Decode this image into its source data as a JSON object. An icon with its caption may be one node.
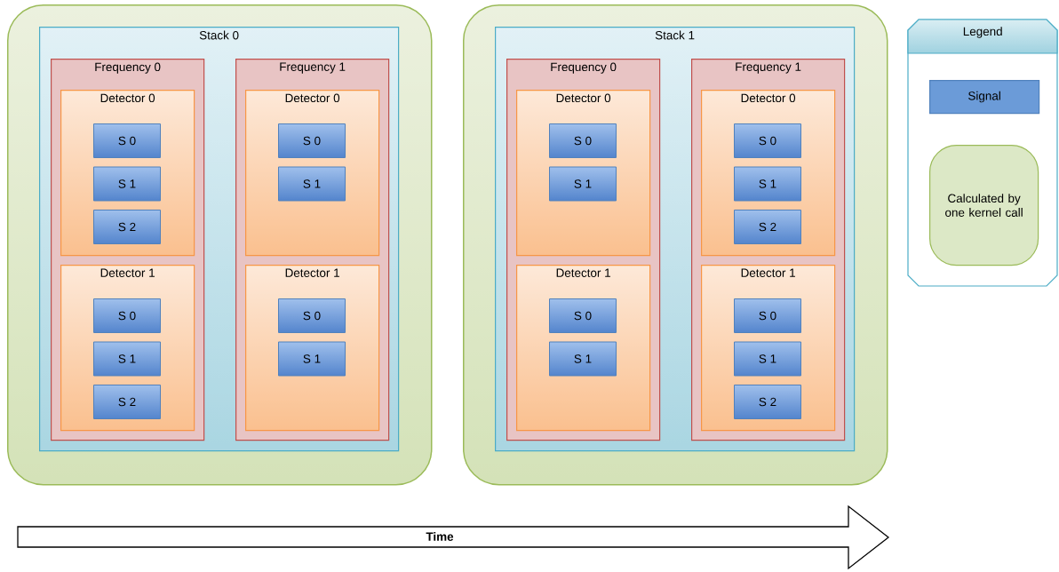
{
  "diagram": {
    "nodes": [
      {
        "text": [],
        "shape": "box"
      },
      {
        "text": [
          "Stack 0"
        ],
        "in": 0
      },
      {
        "text": [
          "Frequency 0"
        ],
        "in": 1
      },
      {
        "text": [
          "Detector 0"
        ],
        "in": 2
      },
      {
        "text": [
          "S 0"
        ],
        "in": 3
      },
      {
        "text": [
          "S 1"
        ],
        "in": 3
      },
      {
        "text": [
          "S 2"
        ],
        "in": 3
      },
      {
        "text": [
          "Detector 1"
        ],
        "in": 2
      },
      {
        "text": [
          "S 0"
        ],
        "in": 7
      },
      {
        "text": [
          "S 1"
        ],
        "in": 7
      },
      {
        "text": [
          "S 2"
        ],
        "in": 7
      },
      {
        "text": [
          "Frequency 1"
        ],
        "in": 1
      },
      {
        "text": [
          "Detector 0"
        ],
        "in": 11
      },
      {
        "text": [
          "S 0"
        ],
        "in": 12
      },
      {
        "text": [
          "S 1"
        ],
        "in": 12
      },
      {
        "text": [
          "Detector 1"
        ],
        "in": 11
      },
      {
        "text": [
          "S 0"
        ],
        "in": 15
      },
      {
        "text": [
          "S 1"
        ],
        "in": 15
      },
      {
        "text": [],
        "shape": "box"
      },
      {
        "text": [
          "Stack 1"
        ],
        "in": 18
      },
      {
        "text": [
          "Frequency 0"
        ],
        "in": 19
      },
      {
        "text": [
          "Detector 0"
        ],
        "in": 20
      },
      {
        "text": [
          "S 0"
        ],
        "in": 21
      },
      {
        "text": [
          "S 1"
        ],
        "in": 21
      },
      {
        "text": [
          "Detector 1"
        ],
        "in": 20
      },
      {
        "text": [
          "S 0"
        ],
        "in": 24
      },
      {
        "text": [
          "S 1"
        ],
        "in": 24
      },
      {
        "text": [
          "Frequency 1"
        ],
        "in": 19
      },
      {
        "text": [
          "Detector 0"
        ],
        "in": 27
      },
      {
        "text": [
          "S 0"
        ],
        "in": 28
      },
      {
        "text": [
          "S 1"
        ],
        "in": 28
      },
      {
        "text": [
          "S 2"
        ],
        "in": 28
      },
      {
        "text": [
          "Detector 1"
        ],
        "in": 27
      },
      {
        "text": [
          "S 0"
        ],
        "in": 32
      },
      {
        "text": [
          "S 1"
        ],
        "in": 32
      },
      {
        "text": [
          "S 2"
        ],
        "in": 32
      },
      {
        "text": [
          "Legend"
        ]
      }
    ],
    "labels": [
      "Time"
    ],
    "legend": [
      {
        "text": "Signal",
        "color": "#6b9bd8"
      },
      {
        "text": "Calculated by one kernel call",
        "color": "#dce8c6"
      }
    ]
  }
}
